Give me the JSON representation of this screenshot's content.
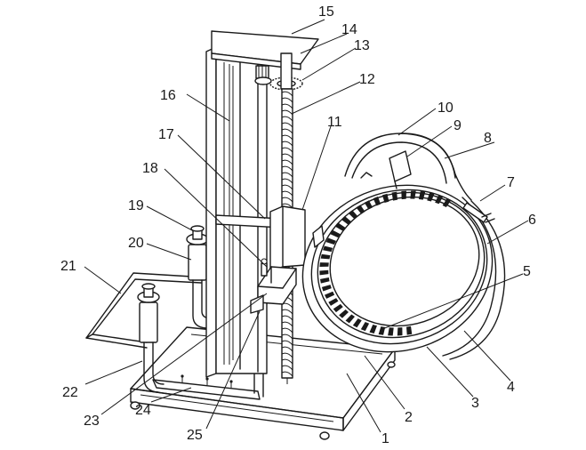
{
  "labels": [
    {
      "id": "1",
      "text": "1"
    },
    {
      "id": "2",
      "text": "2"
    },
    {
      "id": "3",
      "text": "3"
    },
    {
      "id": "4",
      "text": "4"
    },
    {
      "id": "5",
      "text": "5"
    },
    {
      "id": "6",
      "text": "6"
    },
    {
      "id": "7",
      "text": "7"
    },
    {
      "id": "8",
      "text": "8"
    },
    {
      "id": "9",
      "text": "9"
    },
    {
      "id": "10",
      "text": "10"
    },
    {
      "id": "11",
      "text": "11"
    },
    {
      "id": "12",
      "text": "12"
    },
    {
      "id": "13",
      "text": "13"
    },
    {
      "id": "14",
      "text": "14"
    },
    {
      "id": "15",
      "text": "15"
    },
    {
      "id": "16",
      "text": "16"
    },
    {
      "id": "17",
      "text": "17"
    },
    {
      "id": "18",
      "text": "18"
    },
    {
      "id": "19",
      "text": "19"
    },
    {
      "id": "20",
      "text": "20"
    },
    {
      "id": "21",
      "text": "21"
    },
    {
      "id": "22",
      "text": "22"
    },
    {
      "id": "23",
      "text": "23"
    },
    {
      "id": "24",
      "text": "24"
    },
    {
      "id": "25",
      "text": "25"
    }
  ]
}
